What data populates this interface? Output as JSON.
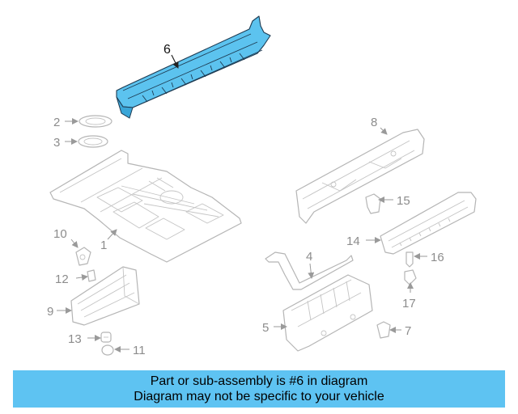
{
  "callouts": {
    "c1": "1",
    "c2": "2",
    "c3": "3",
    "c4": "4",
    "c5": "5",
    "c6": "6",
    "c7": "7",
    "c8": "8",
    "c9": "9",
    "c10": "10",
    "c11": "11",
    "c12": "12",
    "c13": "13",
    "c14": "14",
    "c15": "15",
    "c16": "16",
    "c17": "17"
  },
  "highlight_color": "#5cc3ef",
  "banner": {
    "line1": "Part or sub-assembly is #6 in diagram",
    "line2": "Diagram may not be specific to your vehicle",
    "background": "#5ec3f2"
  }
}
